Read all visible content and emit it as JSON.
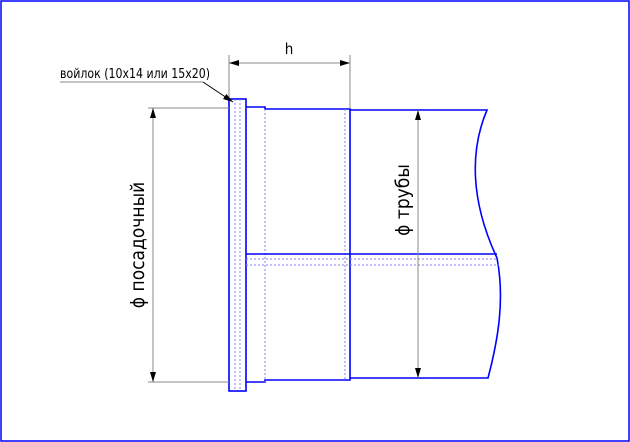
{
  "labels": {
    "felt_note": "войлок (10x14 или 15x20)",
    "height_dim": "h",
    "seat_diameter": "ϕ посадочный",
    "pipe_diameter": "ϕ трубы"
  },
  "colors": {
    "part": "#0000ff",
    "hidden": "#8080ff",
    "dimension": "#888888"
  }
}
